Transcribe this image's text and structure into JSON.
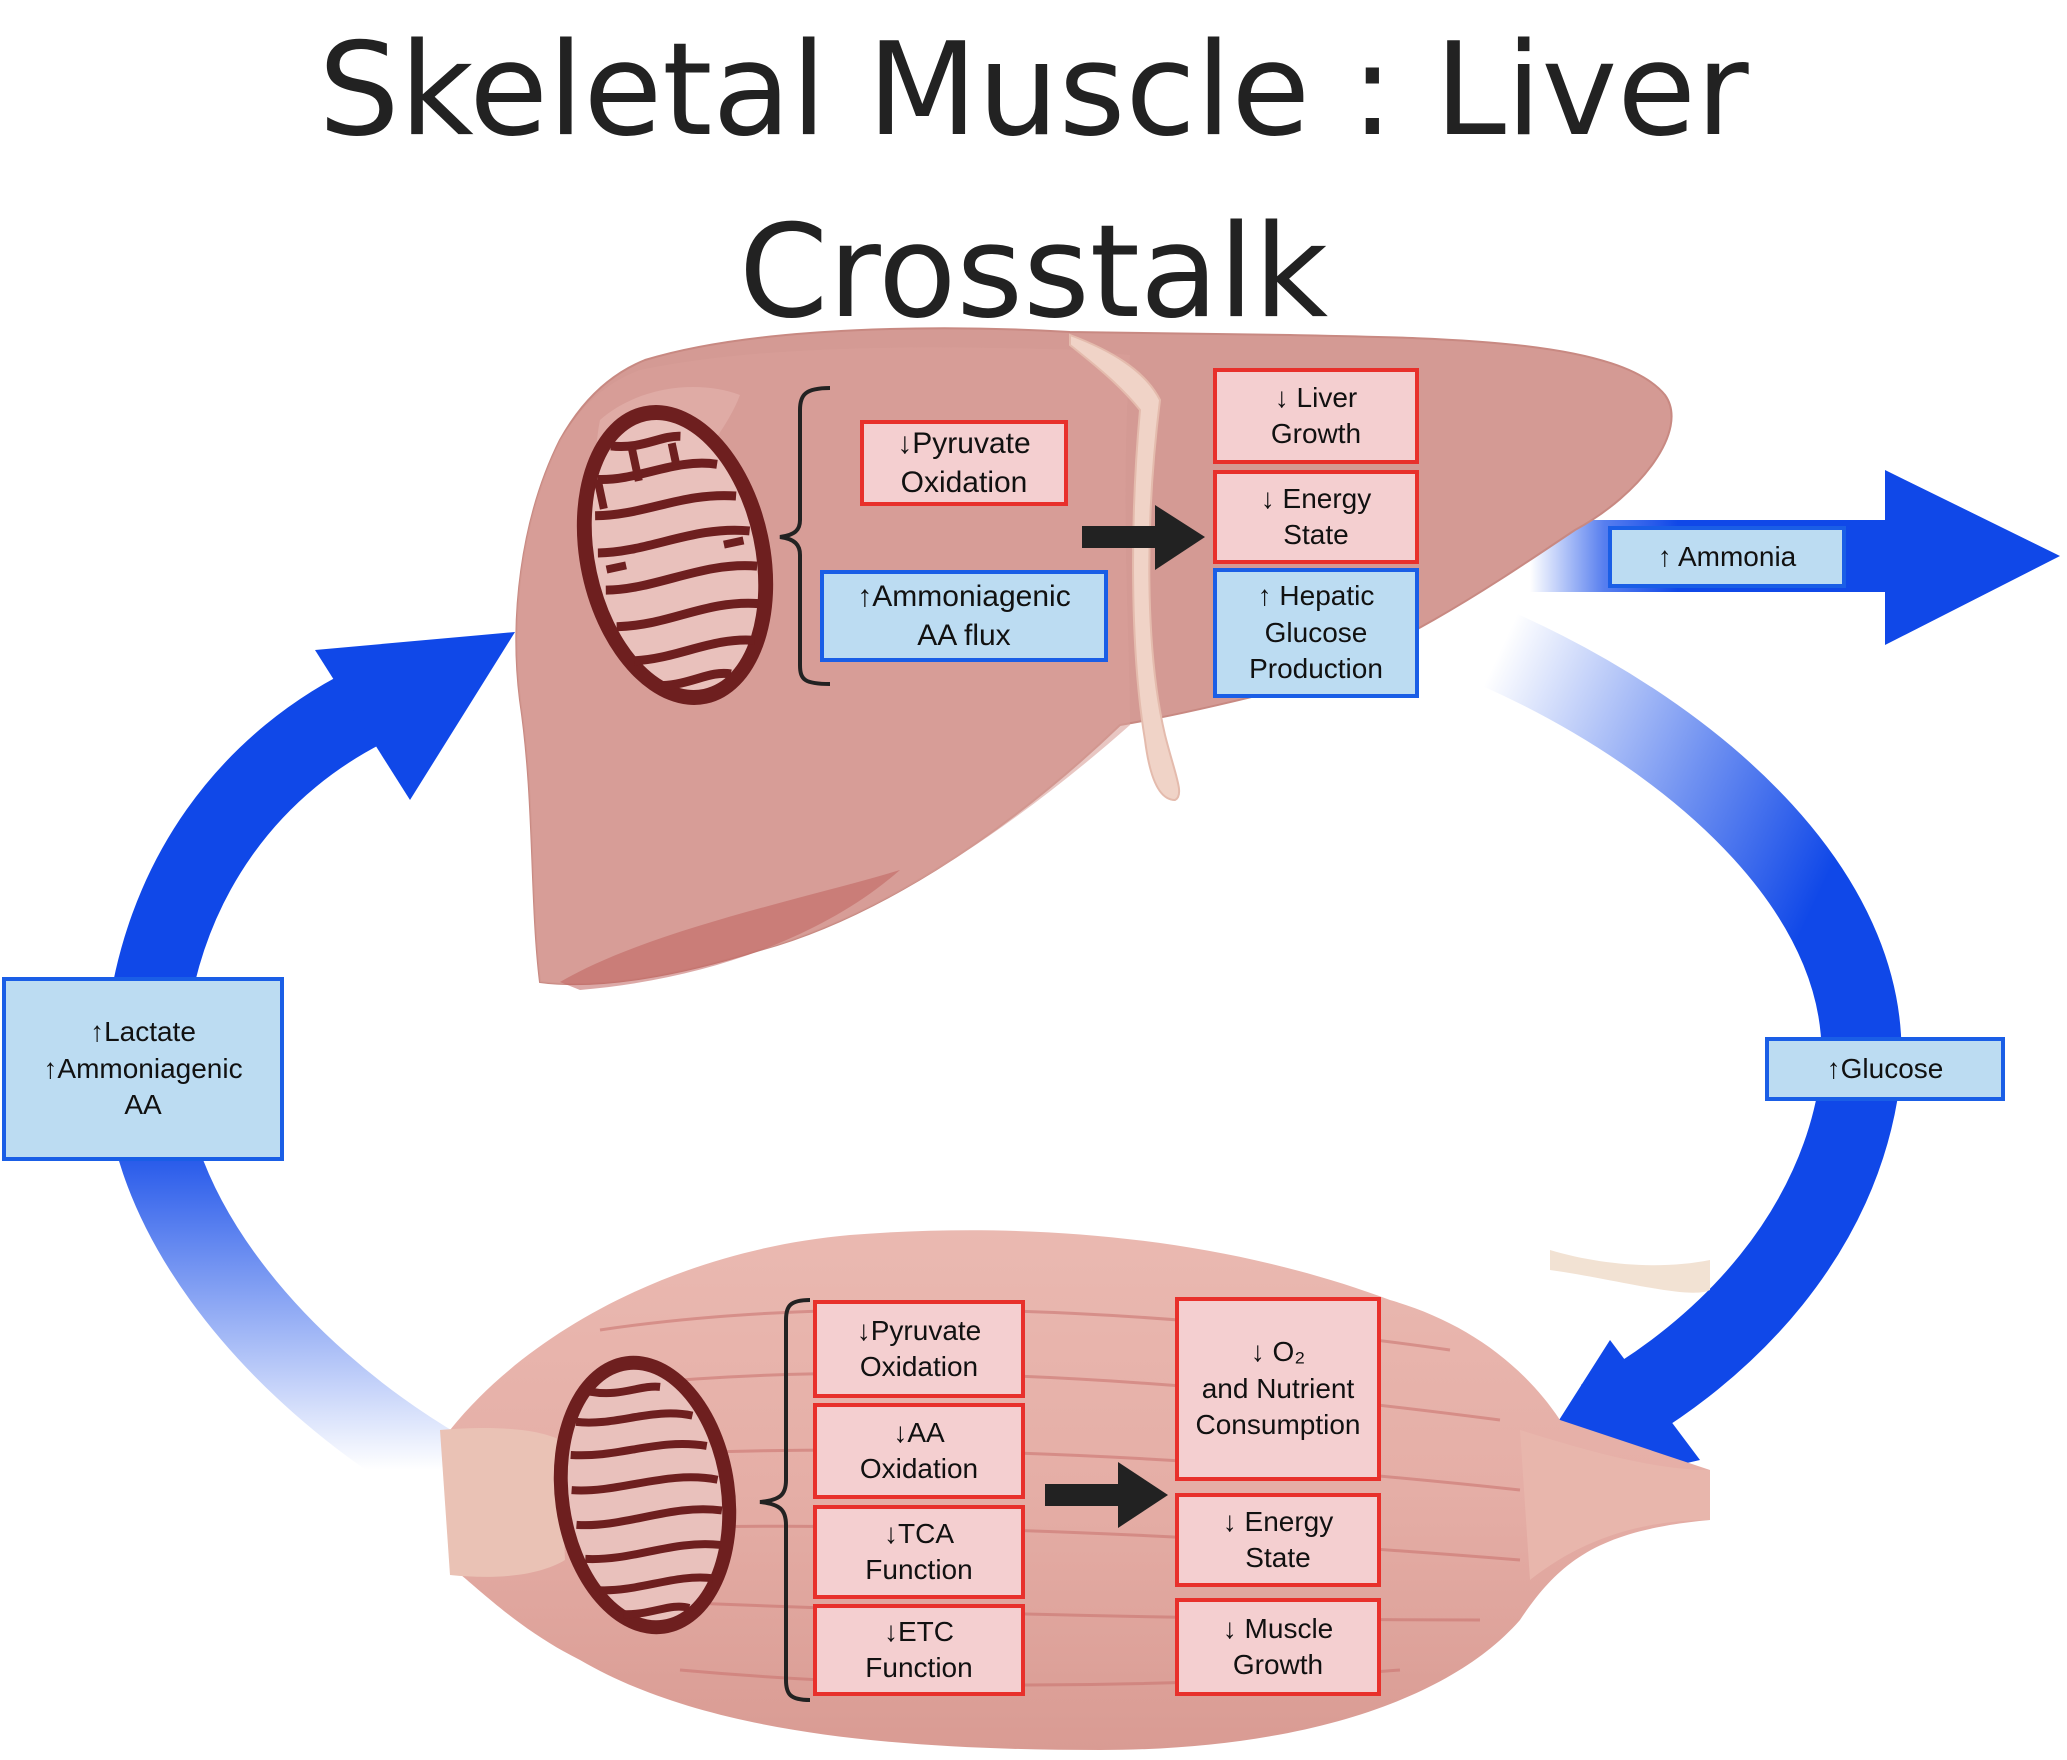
{
  "title": {
    "line1": "Skeletal Muscle : Liver",
    "line2": "Crosstalk"
  },
  "colors": {
    "arrow_blue": "#1048e8",
    "liver_pink": "#d49a94",
    "muscle_pink": "#e3aba3",
    "mitochondria": "#6e1f1f",
    "down_box_border": "#e8302b",
    "down_box_fill": "#f4cfd0",
    "up_box_border": "#1a5ee6",
    "up_box_fill": "#bcdcf2"
  },
  "liver": {
    "pyruvate": [
      "↓Pyruvate",
      "Oxidation"
    ],
    "ammoniagenic": [
      "↑Ammoniagenic",
      "AA flux"
    ],
    "growth": [
      "↓ Liver",
      "Growth"
    ],
    "energy": [
      "↓ Energy",
      "State"
    ],
    "glucose_prod": [
      "↑ Hepatic",
      "Glucose",
      "Production"
    ]
  },
  "flows": {
    "ammonia": "↑ Ammonia",
    "glucose": "↑Glucose",
    "lactate": [
      "↑Lactate",
      "↑Ammoniagenic",
      "AA"
    ]
  },
  "muscle": {
    "pyruvate": [
      "↓Pyruvate",
      "Oxidation"
    ],
    "aa": [
      "↓AA",
      "Oxidation"
    ],
    "tca": [
      "↓TCA",
      "Function"
    ],
    "etc": [
      "↓ETC",
      "Function"
    ],
    "o2": [
      "↓ O₂",
      "and Nutrient",
      "Consumption"
    ],
    "energy": [
      "↓ Energy",
      "State"
    ],
    "growth": [
      "↓ Muscle",
      "Growth"
    ]
  }
}
